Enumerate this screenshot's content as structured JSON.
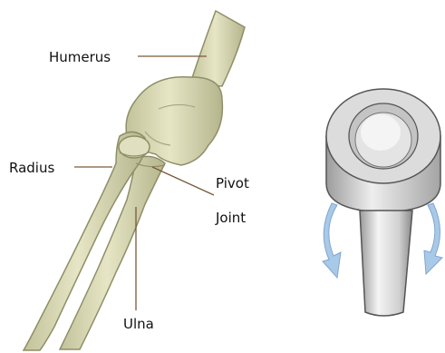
{
  "labels": {
    "humerus": "Humerus",
    "radius": "Radius",
    "pivot_line1": "Pivot",
    "pivot_line2": "Joint",
    "ulna": "Ulna"
  },
  "colors": {
    "bone_fill": "#dcdcb8",
    "bone_shade": "#b8b890",
    "bone_outline": "#8e8e68",
    "leader_line": "#7a5a3a",
    "joint_gray": "#d8d8d8",
    "joint_outline": "#555555",
    "rotation_arrow": "#a9c9e8"
  },
  "icons": {
    "rotation": "curved-rotation-arrows"
  }
}
